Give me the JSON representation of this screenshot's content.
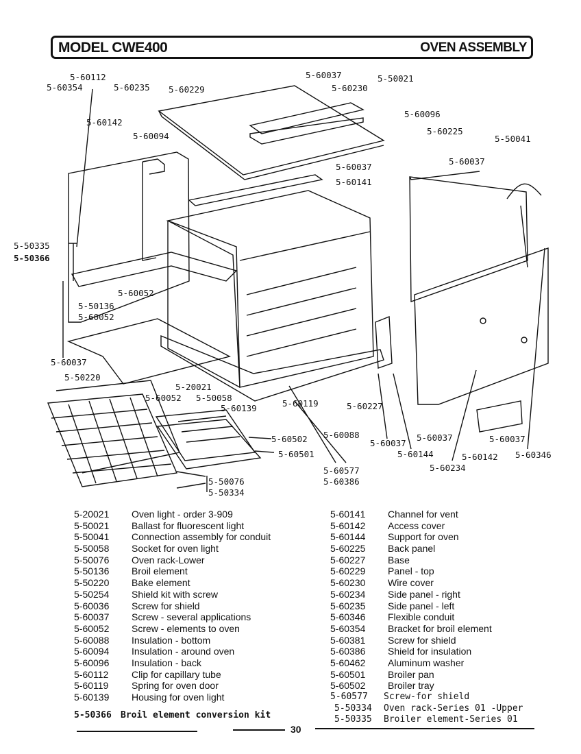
{
  "header": {
    "model": "MODEL CWE400",
    "section": "OVEN ASSEMBLY"
  },
  "callouts": [
    "5-60112",
    "5-60354",
    "5-60235",
    "5-60229",
    "5-60037",
    "5-60230",
    "5-50021",
    "5-60142",
    "5-60094",
    "5-60096",
    "5-60225",
    "5-50041",
    "5-60037",
    "5-60037",
    "5-60141",
    "5-50335",
    "5-50366",
    "5-60052",
    "5-50136",
    "5-60052",
    "5-60037",
    "5-50220",
    "5-20021",
    "5-60052",
    "5-50058",
    "5-60139",
    "5-60119",
    "5-60227",
    "5-60502",
    "5-60501",
    "5-60088",
    "5-60037",
    "5-60037",
    "5-60144",
    "5-60037",
    "5-60142",
    "5-60346",
    "5-60234",
    "5-60577",
    "5-60386",
    "5-50076",
    "5-50334"
  ],
  "parts_left": [
    {
      "number": "5-20021",
      "description": "Oven light - order 3-909"
    },
    {
      "number": "5-50021",
      "description": "Ballast for fluorescent light"
    },
    {
      "number": "5-50041",
      "description": "Connection assembly for conduit"
    },
    {
      "number": "5-50058",
      "description": "Socket for oven light"
    },
    {
      "number": "5-50076",
      "description": "Oven rack-Lower"
    },
    {
      "number": "5-50136",
      "description": "Broil element"
    },
    {
      "number": "5-50220",
      "description": "Bake element"
    },
    {
      "number": "5-50254",
      "description": "Shield kit with screw"
    },
    {
      "number": "5-60036",
      "description": "Screw for shield"
    },
    {
      "number": "5-60037",
      "description": "Screw - several applications"
    },
    {
      "number": "5-60052",
      "description": "Screw - elements to oven"
    },
    {
      "number": "5-60088",
      "description": "Insulation - bottom"
    },
    {
      "number": "5-60094",
      "description": "Insulation - around oven"
    },
    {
      "number": "5-60096",
      "description": "Insulation - back"
    },
    {
      "number": "5-60112",
      "description": "Clip for capillary tube"
    },
    {
      "number": "5-60119",
      "description": "Spring for oven door"
    },
    {
      "number": "5-60139",
      "description": "Housing for oven light"
    }
  ],
  "parts_left_extra": {
    "number": "5-50366",
    "description": "Broil element conversion kit"
  },
  "parts_right": [
    {
      "number": "5-60141",
      "description": "Channel for vent"
    },
    {
      "number": "5-60142",
      "description": "Access cover"
    },
    {
      "number": "5-60144",
      "description": "Support for oven"
    },
    {
      "number": "5-60225",
      "description": "Back panel"
    },
    {
      "number": "5-60227",
      "description": "Base"
    },
    {
      "number": "5-60229",
      "description": "Panel - top"
    },
    {
      "number": "5-60230",
      "description": "Wire cover"
    },
    {
      "number": "5-60234",
      "description": "Side panel - right"
    },
    {
      "number": "5-60235",
      "description": "Side panel - left"
    },
    {
      "number": "5-60346",
      "description": "Flexible conduit"
    },
    {
      "number": "5-60354",
      "description": "Bracket for broil element"
    },
    {
      "number": "5-60381",
      "description": "Screw for shield"
    },
    {
      "number": "5-60386",
      "description": "Shield for insulation"
    },
    {
      "number": "5-60462",
      "description": "Aluminum washer"
    },
    {
      "number": "5-60501",
      "description": "Broiler pan"
    },
    {
      "number": "5-60502",
      "description": "Broiler tray"
    }
  ],
  "parts_right_extra": [
    {
      "number": "5-60577",
      "description": "Screw-for shield"
    },
    {
      "number": "5-50334",
      "description": "Oven rack-Series 01 -Upper"
    },
    {
      "number": "5-50335",
      "description": "Broiler element-Series 01"
    }
  ],
  "page_number": "30"
}
